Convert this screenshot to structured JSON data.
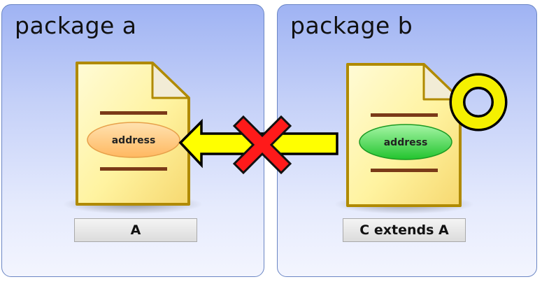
{
  "packages": [
    {
      "title": "package a",
      "file_caption": "A",
      "field_label": "address"
    },
    {
      "title": "package b",
      "file_caption": "C extends A",
      "field_label": "address"
    }
  ],
  "access_arrow": {
    "from": "package b",
    "to": "package a",
    "blocked": true,
    "mark": "cross",
    "mark_color": "#ff2020"
  },
  "ok_mark": {
    "shape": "circle",
    "color": "#f5f000"
  },
  "colors": {
    "oval_a": "#ffc977",
    "oval_b": "#3fd74a",
    "arrow": "#ffff00",
    "file": "#fff4a8"
  }
}
